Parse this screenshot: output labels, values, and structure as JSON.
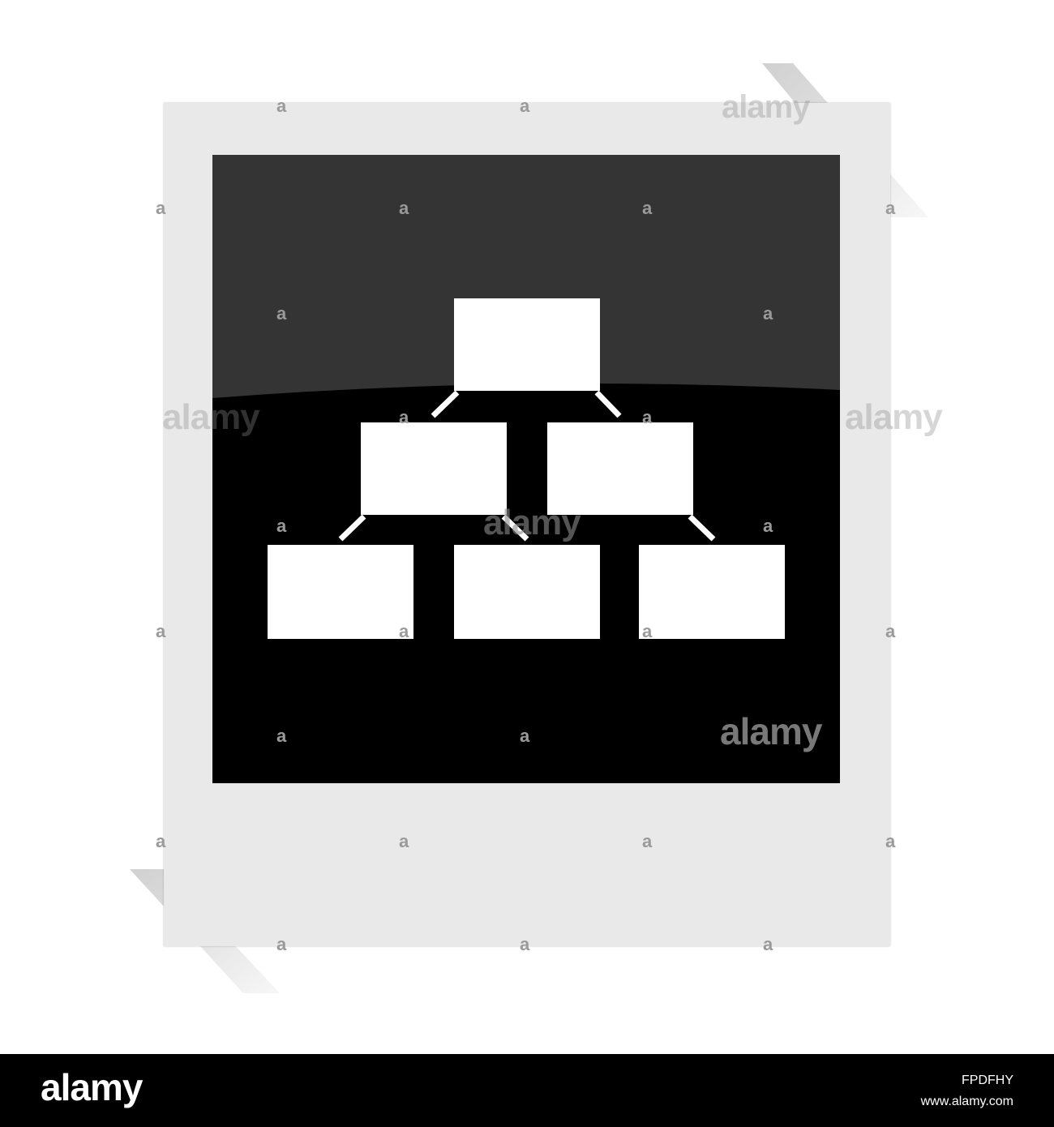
{
  "watermark": {
    "text": "alamy",
    "letter": "a"
  },
  "footer": {
    "logo": "alamy",
    "image_id": "FPDFHY",
    "site": "www.alamy.com"
  },
  "icon": {
    "name": "hierarchy-icon"
  },
  "colors": {
    "frame": "#e9e9e9",
    "window": "#000000",
    "gloss": "#343434",
    "icon": "#ffffff",
    "footer": "#000000"
  }
}
